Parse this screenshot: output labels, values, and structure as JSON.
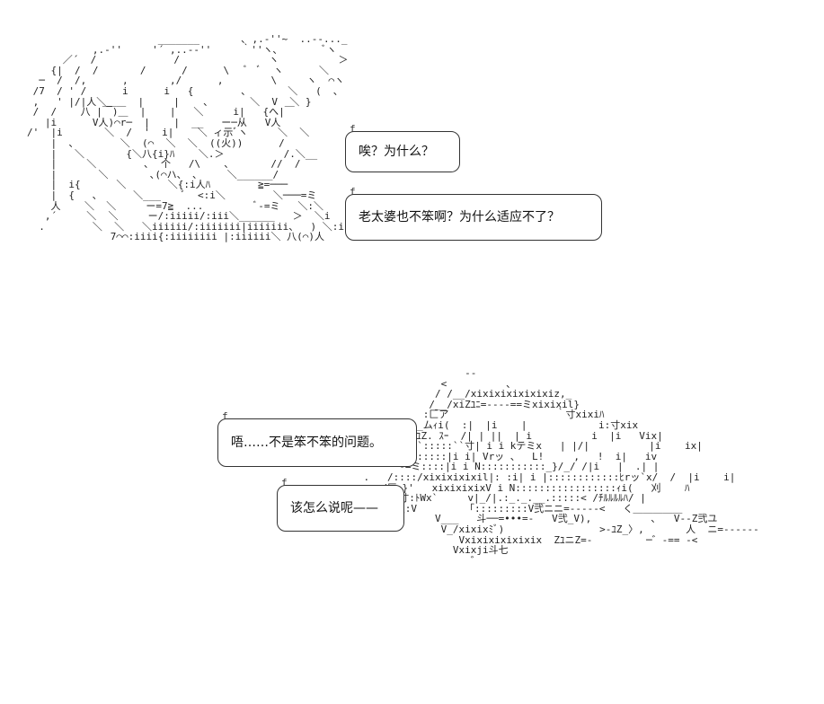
{
  "bubbles": {
    "b1": "唉？为什么？",
    "b2": "老太婆也不笨啊？为什么适应不了？",
    "b3": "唔……不是笨不笨的问题。",
    "b4": "该怎么说呢——"
  },
  "art": {
    "top": "                      _______       ､ ,.-''~  ..--..._\n           ,.-''     '´ ,..--''     ｀''ヽ､        ﾞヽ\n      ／´  /             /               ヽ          ＞\n    {|  /  /       /      /      \\   ﾞ  ﾞ  ヽ      ＼\n  ─  /  /,      ,       ,/      ,        \\     ヽ  ⌒ヽ\n /7  / ' /      i      i   {        ､       ＼   (  ､\n ,   ' |/|人＼＿＿  |     |    ､       ＼  V  ＼ }\n /  /    八 |￣)＿  |    |   ＼     i|   {へ|￣\n   |i      V人)⌒r─  |    |  __   ー─从   V人\n/'  |i       ＼  /  '  i|    ＼ ィ示ﾞヽ     ＼  ＼\n    |  、       ＼  (⌒  ＼  ＼  ((火))      /\n    |   ＼       {＼八{i}ﾊ    ＼.＞          /.＼__\n    |     ＼        ､  个   /\\    ､       //  /\n    |       ＼       ､(⌒ハ、 ､     ＼______/\n    |  i{      ＼       ＼{:i人ﾊ        ≧=───\n    |  {   ､      ＼___    ﾞ  <:i＼        ＼───=ミ\n    人    ＼  ＼     ー=7≧  ...         ﾞ-=ミ   ＼:＼\n   ,´     ＼  ＼     ー/:iiiii/:iii＼______   ＞  ＼i\n  .        ＼  ＼   ＼iiiiii/:iiiiiii|iiiiiii、  ) ＼:i|\n              7⌒⌒:iiii{:iiiiiiii |:iiiiii＼ 八(⌒)人",
    "bottom": "                     ‐‐\n                 <          ､\n                / /__/xixixixixixixiz,_\n               /__/xiZﾕﾆ=----==ミxixixil}\n              :匚ア                  ｀寸xixiﾊ\n           ___ムｨi(  :|  |i    |            i:寸xix\n         --=ﾆﾕZ. ｽｰ  /| | ||  | i          i  |i   Vix|\n            ``:::::``寸| i i kテミx   | |/|          |i    ix|\n          |:::::::|i i| Vrッ 、  L!     ,   !  i|   iv\n          -=ミ::::|i i N:::::::::::_}/_/ /|i   |  .| |\n    .   /::::/xixixixixil|: :i| i |::::::::::::ﾋrッ`x/  /  |i    i|\n    ,  /匚。}'   xixixixixV i N:::::::::::::::::ｨi(   刈    ﾊ\n    .  /::寸:ﾄWx`     v|_/|.:_._.__.:::::< /ﾁﾙﾙﾙﾙﾊ/ |\n    匚。|:＼:V        「:::::::::V弐ニニ=-----<   く＿＿＿＿＿\n                V___   斗──=•••=-   V弐_V),          ､   V--Z弐ユ\n                 V_/xixixﾐﾞ)                >-ﾕZ_〉,       人  ニ=------\n                    Vxixixixixixix  ZﾕニZ=-         ─゛-== -<\n                   Vxixji斗七\n                      ゛"
  }
}
